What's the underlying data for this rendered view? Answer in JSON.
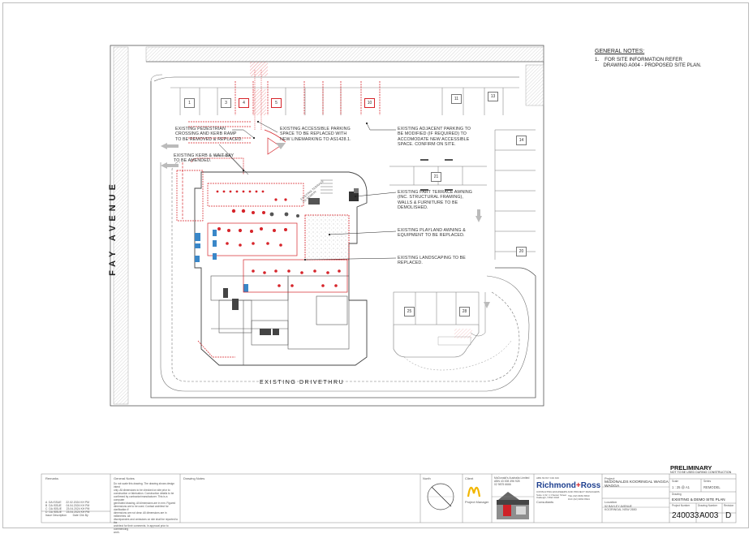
{
  "general_notes": {
    "title": "GENERAL NOTES:",
    "items": [
      {
        "num": "1.",
        "text": "FOR SITE INFORMATION REFER"
      },
      {
        "num": "",
        "text": "DRAWING A004 - PROPOSED SITE PLAN."
      }
    ]
  },
  "street_name": "FAY AVENUE",
  "drive_thru": "EXISTING DRIVETHRU",
  "parking_bays": [
    "1",
    "3",
    "4",
    "5",
    "10",
    "11",
    "13",
    "14",
    "21",
    "20",
    "25",
    "28"
  ],
  "annotations": {
    "pedestrian": [
      "EXISTING PEDESTRIAN",
      "CROSSING AND KERB RAMP",
      "TO BE REMOVED & REPLACED."
    ],
    "kerb": [
      "EXISTING KERB & WAIT BAY",
      "TO BE AMENDED."
    ],
    "accessible": [
      "EXISTING ACCESSIBLE PARKING",
      "SPACE TO BE REPLACED WITH",
      "NEW LINEMARKING TO AS1428.1."
    ],
    "adjacent": [
      "EXISTING ADJACENT PARKING TO",
      "BE MODIFIED (IF REQUIRED) TO",
      "ACCOMODATE NEW ACCESSIBLE",
      "SPACE. CONFIRM ON SITE."
    ],
    "terrace": [
      "EXISTING PART TERRACE AWNING",
      "(INC. STRUCTURAL FRAMING),",
      "WALLS & FURNITURE TO BE",
      "DEMOLISHED."
    ],
    "playland": [
      "EXISTING PLAYLAND AWNING &",
      "EQUIPMENT TO BE REPLACED."
    ],
    "landscaping": [
      "EXISTING LANDSCAPING TO BE",
      "REPLACED."
    ],
    "terrace_tag": [
      "EXISTING TERRACE",
      "TO REMAIN"
    ]
  },
  "title_block": {
    "remarks_label": "Remarks",
    "general_notes_label": "General Notes",
    "drawing_notes_label": "Drawing Notes",
    "general_notes_text": [
      "Do not scale this drawing. The drawing shows design intent",
      "only. All dimensions to be checked on site prior to",
      "construction or fabrication. Construction details to be",
      "confirmed by contractor/manufacturer. This is a computer",
      "generated drawing. All dimensions are in mm. Figured",
      "dimensions are to be used. Contact architect for clarification if",
      "dimensions are not clear. All dimensions are in millimetres. All",
      "discrepancies and omissions on site shall be reported to the",
      "architect for their comments. In approval prior to commencing",
      "work."
    ],
    "revisions": [
      {
        "rev": "A",
        "desc": "DA ISSUE",
        "date": "22.02.2024",
        "by": "KH",
        "chk": "PM"
      },
      {
        "rev": "B",
        "desc": "DA ISSUE",
        "date": "04.04.2024",
        "by": "KH",
        "chk": "PM"
      },
      {
        "rev": "C",
        "desc": "DA ISSUE",
        "date": "23.04.2024",
        "by": "KH",
        "chk": "PM"
      },
      {
        "rev": "D",
        "desc": "DA ISSUE",
        "date": "23.04.2024",
        "by": "KH",
        "chk": "PM"
      }
    ],
    "rev_header": [
      "Issue",
      "Description",
      "Date",
      "Chk",
      "By"
    ],
    "north_label": "North",
    "client_label": "Client",
    "client_name": [
      "McDonald's Australia Limited",
      "ABN 43 008 496 928",
      "02 9875 6666"
    ],
    "project_manager_label": "Project Manager",
    "consultants_label": "Consultants",
    "firm_name_a": "Richmond",
    "firm_name_b": "Ross",
    "firm_tagline": "CONSULTING ENGINEERS AND PROJECT MANAGERS",
    "firm_address": [
      "Suite 1.02, 1 Chester Street",
      "Oakleigh, NSW 2018",
      "TEL (02) 9663 8633",
      "FAX (02) 9663 8624"
    ],
    "firm_top": "ABN 69 817 199 919",
    "project_label": "Project",
    "project_name": [
      "McDONALDS KOORINGAL WAGGA",
      "WAGGA"
    ],
    "location_label": "Location",
    "location": [
      "52 BAYLEY AVENUE",
      "KOORINGAL NSW 2650"
    ],
    "preliminary": "PRELIMINARY",
    "preliminary_sub": "NOT TO BE USED DURING CONSTRUCTION",
    "scale_label": "Scale",
    "scale": "1 : 25 @ A1",
    "series_label": "Series",
    "series": "REMODEL",
    "drawing_label": "Drawing",
    "drawing_title": "EXISTING & DEMO SITE PLAN",
    "project_number_label": "Project Number",
    "drawing_number_label": "Drawing Number",
    "revision_label": "Revision",
    "project_number": "240033",
    "drawing_number": "A003",
    "revision": "D"
  },
  "colors": {
    "demolish": "#d6242a",
    "linework": "#6e6e6e",
    "hatch": "#cfcfcf"
  }
}
